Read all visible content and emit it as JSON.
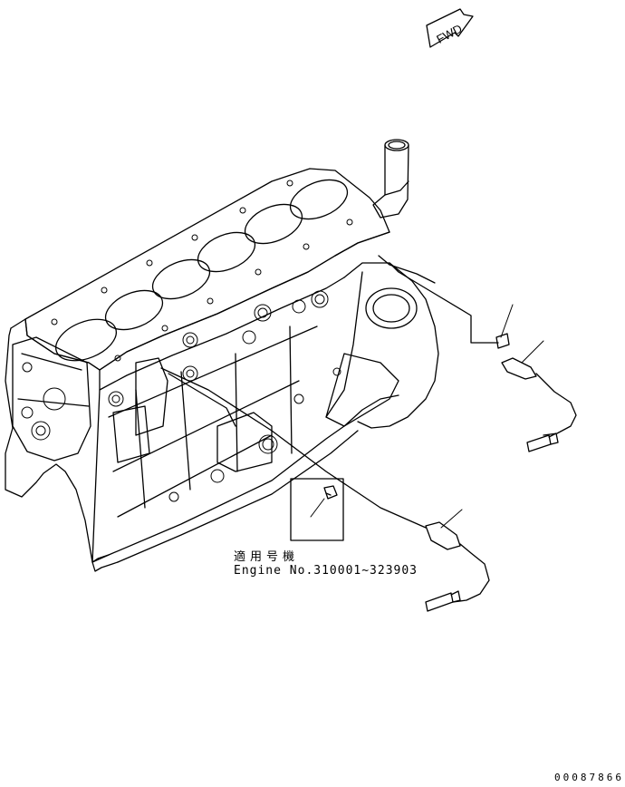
{
  "fwd_label": "FWD",
  "applicability": {
    "label_jp": "適用号機",
    "label_en": "Engine No.310001~323903"
  },
  "document_number": "00087866",
  "line_color": "#000000",
  "background_color": "#ffffff"
}
